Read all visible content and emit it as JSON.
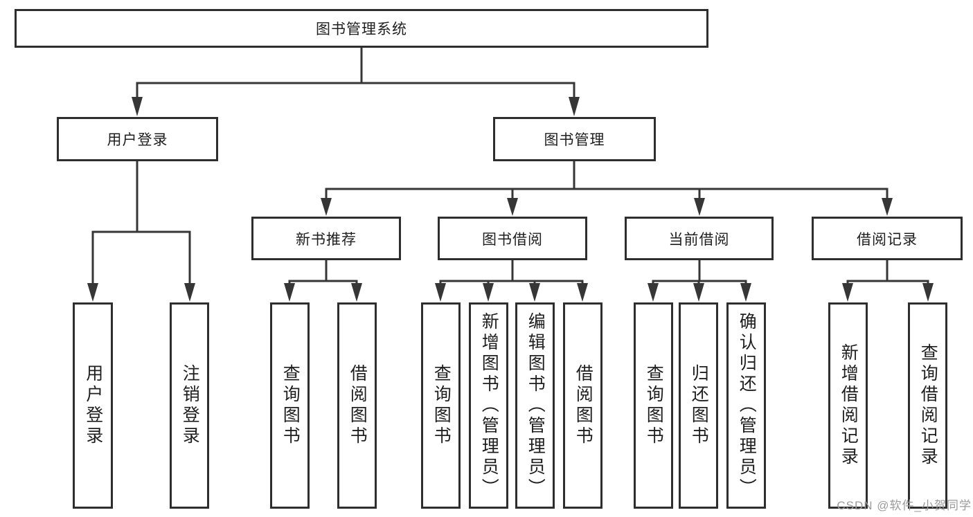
{
  "diagram": {
    "type": "tree",
    "root": {
      "label": "图书管理系统",
      "children": [
        {
          "label": "用户登录",
          "children": [
            {
              "label": "用户登录"
            },
            {
              "label": "注销登录"
            }
          ]
        },
        {
          "label": "图书管理",
          "children": [
            {
              "label": "新书推荐",
              "children": [
                {
                  "label": "查询图书"
                },
                {
                  "label": "借阅图书"
                }
              ]
            },
            {
              "label": "图书借阅",
              "children": [
                {
                  "label": "查询图书"
                },
                {
                  "label": "新增图书（管理员）"
                },
                {
                  "label": "编辑图书（管理员）"
                },
                {
                  "label": "借阅图书"
                }
              ]
            },
            {
              "label": "当前借阅",
              "children": [
                {
                  "label": "查询图书"
                },
                {
                  "label": "归还图书"
                },
                {
                  "label": "确认归还（管理员）"
                }
              ]
            },
            {
              "label": "借阅记录",
              "children": [
                {
                  "label": "新增借阅记录"
                },
                {
                  "label": "查询借阅记录"
                }
              ]
            }
          ]
        }
      ]
    },
    "colors": {
      "line": "#363636",
      "box_border": "#2e2e2e",
      "box_fill": "#ffffff",
      "text": "#1e1e1e"
    }
  },
  "watermark": {
    "label": "CSDN @软件_小贺同学",
    "color": "#9b9b9b"
  }
}
